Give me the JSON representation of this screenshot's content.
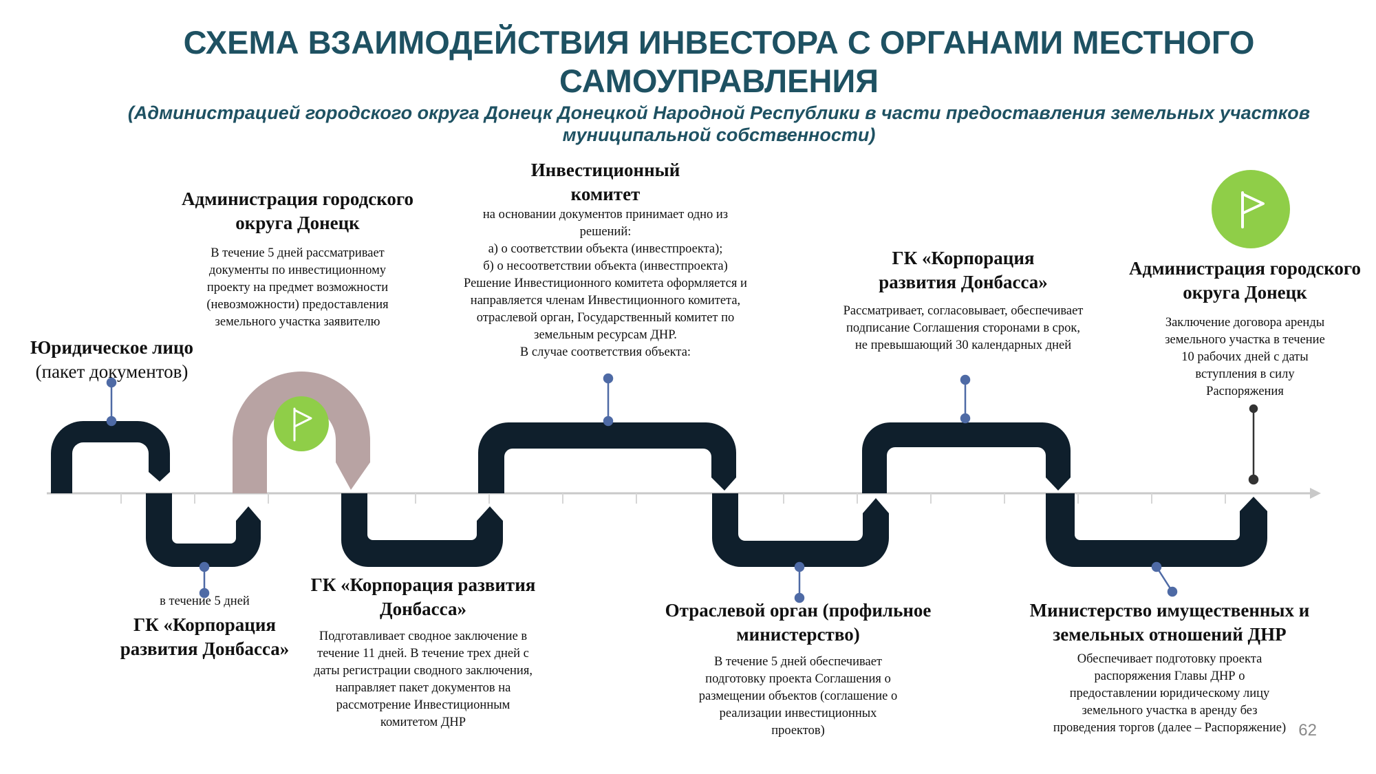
{
  "title": "СХЕМА ВЗАИМОДЕЙСТВИЯ ИНВЕСТОРА С ОРГАНАМИ МЕСТНОГО САМОУПРАВЛЕНИЯ",
  "subtitle": "(Администрацией городского округа Донецк Донецкой Народной Республики в части предоставления земельных участков муниципальной собственности)",
  "page_number": "62",
  "colors": {
    "title": "#1e5162",
    "path": "#0f1f2c",
    "arch": "#b8a3a3",
    "flag_circle": "#8fce48",
    "connector": "#4e6aa5",
    "axis": "#c9c9c9"
  },
  "icons": {
    "flag": "flag-icon"
  },
  "stages": {
    "legal_entity": {
      "head": "Юридическое лицо",
      "sub": "(пакет документов)"
    },
    "corp_1": {
      "pre": "в течение 5 дней",
      "head": "ГК «Корпорация развития Донбасса»"
    },
    "admin_1": {
      "head": "Администрация городского округа Донецк",
      "body": "В течение 5 дней рассматривает документы по инвестиционному проекту на предмет возможности (невозможности) предоставления земельного участка заявителю"
    },
    "corp_2": {
      "head": "ГК «Корпорация развития Донбасса»",
      "body": "Подготавливает сводное заключение в течение 11 дней. В течение трех дней с даты регистрации сводного заключения, направляет пакет документов на рассмотрение Инвестиционным комитетом ДНР"
    },
    "committee": {
      "head": "Инвестиционный комитет",
      "body_lines": [
        "на основании документов принимает одно из решений:",
        "а) о соответствии объекта (инвестпроекта);",
        "б) о несоответствии объекта (инвестпроекта)",
        "Решение Инвестиционного комитета оформляется и направляется членам Инвестиционного комитета, отраслевой орган, Государственный комитет по земельным ресурсам ДНР.",
        "В случае соответствия объекта:"
      ]
    },
    "sector": {
      "head": "Отраслевой орган (профильное министерство)",
      "body": "В течение 5 дней обеспечивает подготовку проекта Соглашения о размещении объектов (соглашение о реализации инвестиционных проектов)"
    },
    "corp_3": {
      "head": "ГК «Корпорация развития Донбасса»",
      "body": "Рассматривает, согласовывает, обеспечивает подписание Соглашения сторонами в срок, не превышающий 30 календарных дней"
    },
    "ministry": {
      "head": "Министерство имущественных и земельных отношений ДНР",
      "body": "Обеспечивает подготовку проекта распоряжения Главы ДНР о предоставлении юридическому лицу земельного участка в аренду без проведения торгов (далее – Распоряжение)"
    },
    "admin_2": {
      "head": "Администрация городского округа Донецк",
      "body": "Заключение договора аренды земельного участка в течение 10 рабочих дней с даты вступления в силу Распоряжения"
    }
  }
}
